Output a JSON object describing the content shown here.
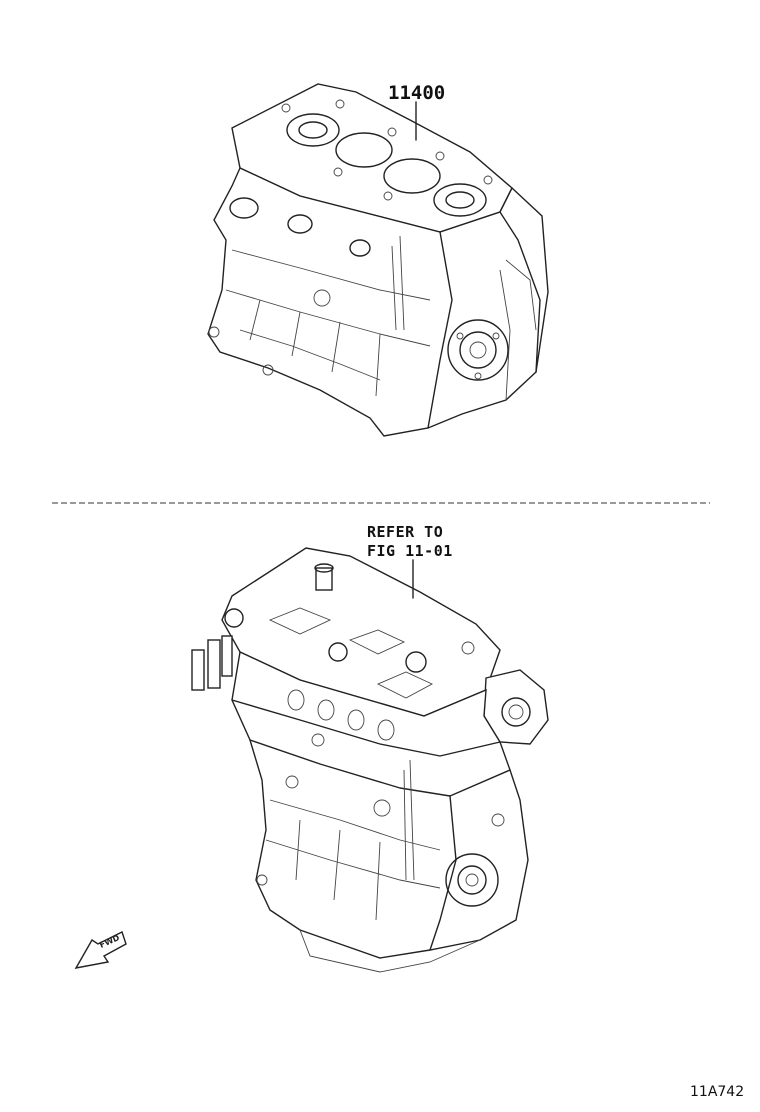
{
  "labels": {
    "part_number": "11400",
    "refer_line1": "REFER TO",
    "refer_line2": "FIG 11-01",
    "figure_id": "11A742",
    "fwd_arrow": "FWD"
  },
  "icons": {
    "short_block": "engine-short-block-icon",
    "partial_engine": "engine-partial-assembly-icon",
    "front_arrow": "fwd-arrow-icon"
  }
}
